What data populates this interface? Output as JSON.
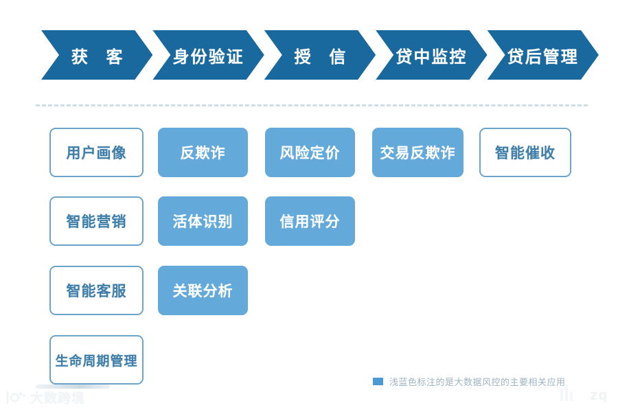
{
  "colors": {
    "chevron_blue": "#19699f",
    "card_fill_blue": "#63a9da",
    "card_outline_blue": "#6ba4ca",
    "card_text_blue": "#3f7ea8",
    "legend_swatch": "#4a9ad6",
    "divider": "#cfdde4",
    "background": "#ffffff"
  },
  "process_banner": {
    "steps": [
      {
        "label": "获 客"
      },
      {
        "label": "身份验证"
      },
      {
        "label": "授 信"
      },
      {
        "label": "贷中监控"
      },
      {
        "label": "贷后管理"
      }
    ]
  },
  "capability_grid": {
    "columns": [
      {
        "step": "获客",
        "cards": [
          {
            "label": "用户画像",
            "style": "outline"
          },
          {
            "label": "智能营销",
            "style": "outline"
          },
          {
            "label": "智能客服",
            "style": "outline"
          },
          {
            "label": "生命周期管理",
            "style": "outline"
          }
        ]
      },
      {
        "step": "身份验证",
        "cards": [
          {
            "label": "反欺诈",
            "style": "filled"
          },
          {
            "label": "活体识别",
            "style": "filled"
          },
          {
            "label": "关联分析",
            "style": "filled"
          }
        ]
      },
      {
        "step": "授信",
        "cards": [
          {
            "label": "风险定价",
            "style": "filled"
          },
          {
            "label": "信用评分",
            "style": "filled"
          }
        ]
      },
      {
        "step": "贷中监控",
        "cards": [
          {
            "label": "交易反欺诈",
            "style": "filled"
          }
        ]
      },
      {
        "step": "贷后管理",
        "cards": [
          {
            "label": "智能催收",
            "style": "outline"
          }
        ]
      }
    ]
  },
  "legend": {
    "text": "浅蓝色标注的是大数据风控的主要相关应用"
  },
  "watermarks": {
    "bottom_left": "大数跨境",
    "bottom_right": "zq"
  }
}
